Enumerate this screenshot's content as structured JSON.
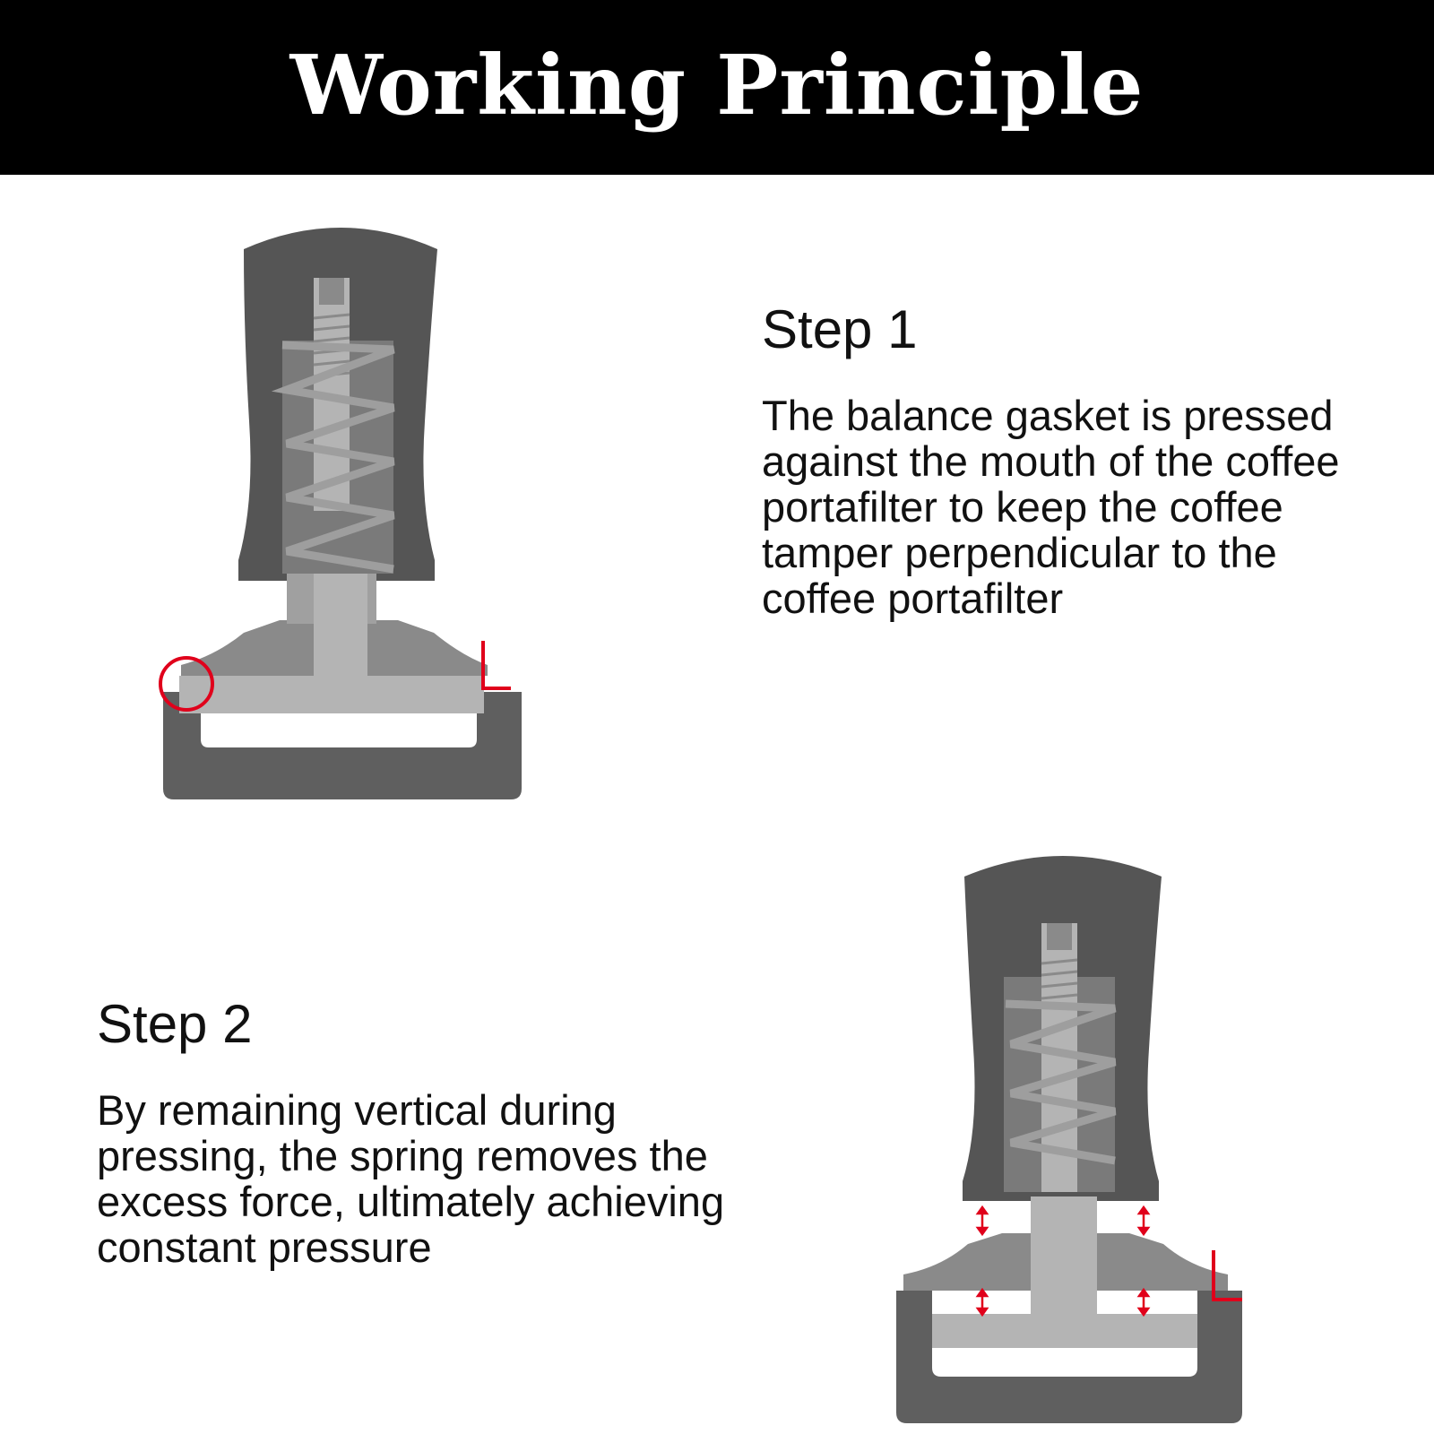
{
  "header": {
    "title": "Working Principle"
  },
  "steps": [
    {
      "heading": "Step 1",
      "body": "The balance gasket is pressed against the mouth of the coffee portafilter to keep the coffee tamper perpendicular to the coffee portafilter"
    },
    {
      "heading": "Step 2",
      "body": "By remaining vertical during pressing, the spring removes the excess force, ultimately achieving constant pressure"
    }
  ],
  "colors": {
    "header_bg": "#000000",
    "header_text": "#ffffff",
    "handle": "#555555",
    "base": "#8a8a8a",
    "shaft": "#b4b4b4",
    "spring": "#9e9e9e",
    "portafilter": "#5f5f5f",
    "annotation": "#e0001b"
  }
}
